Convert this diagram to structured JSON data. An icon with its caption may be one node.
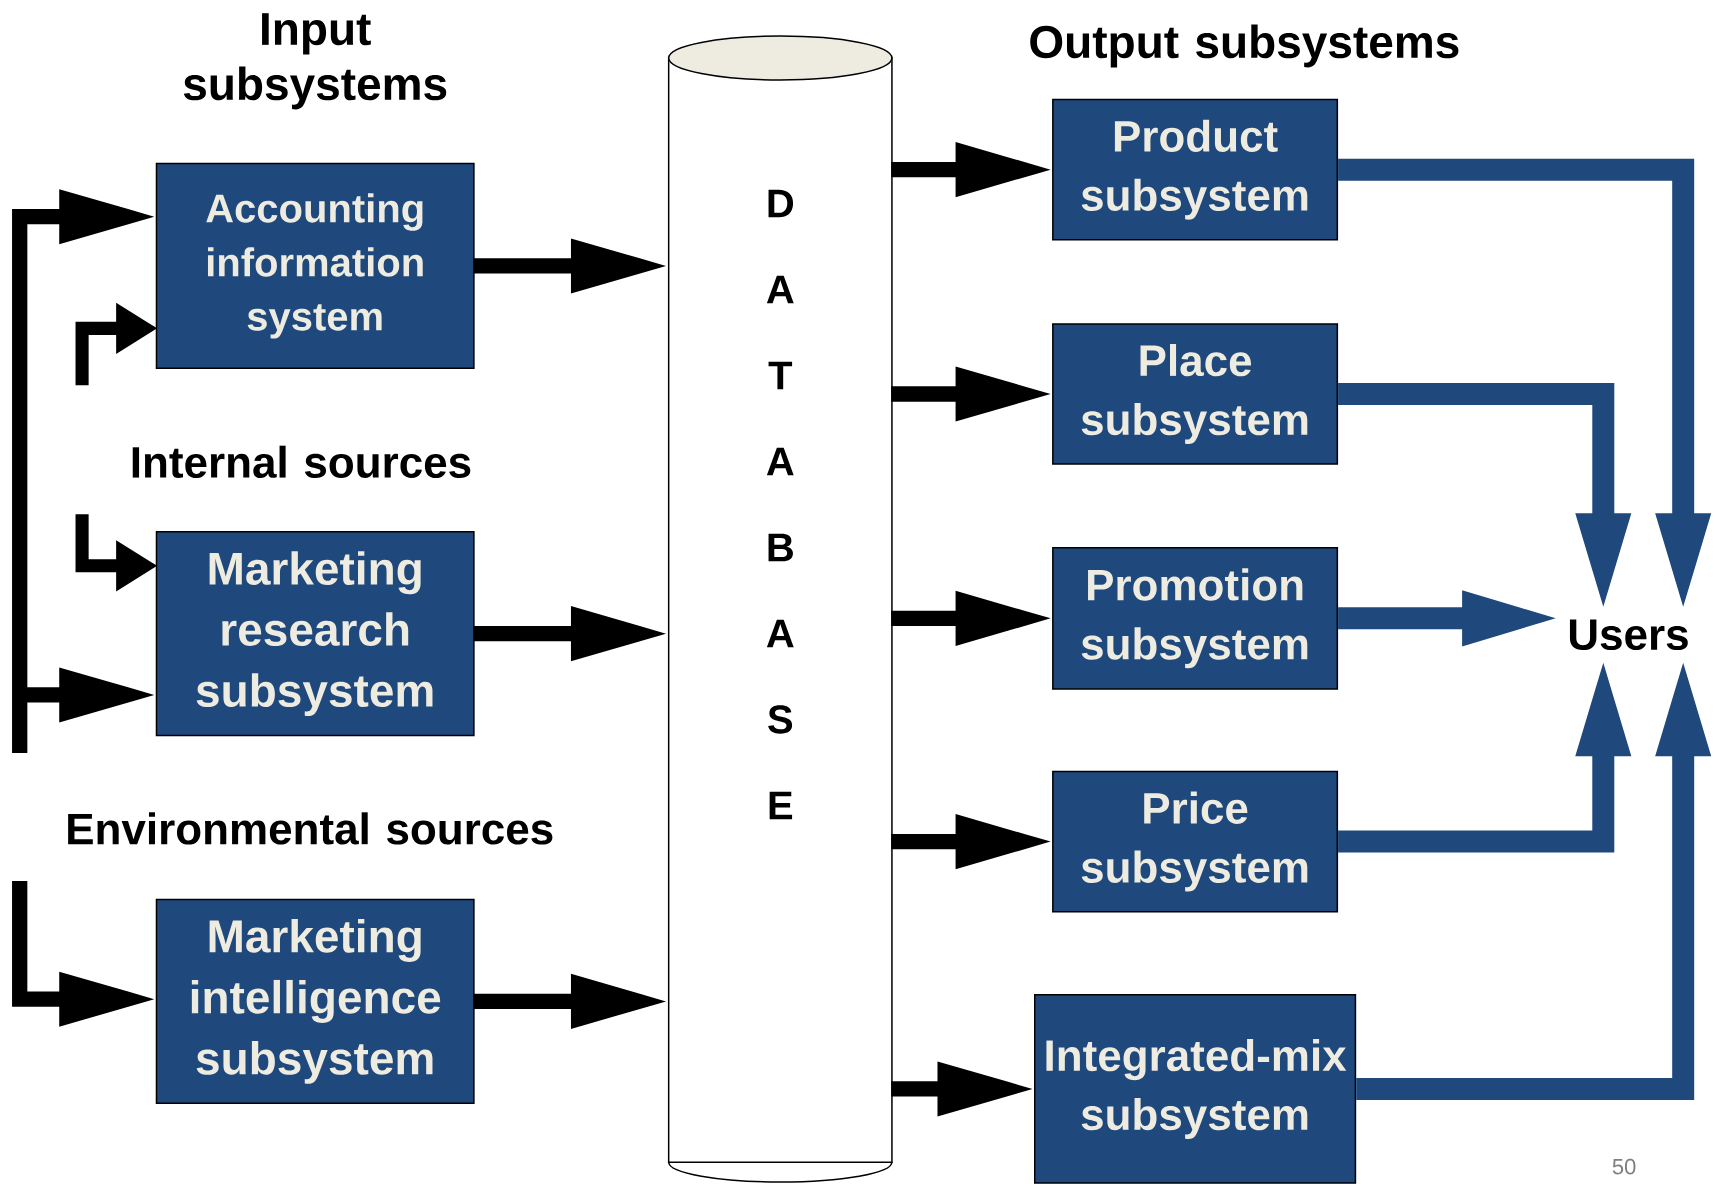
{
  "diagram": {
    "nodes": [
      {
        "text": [
          "Accounting information system"
        ]
      },
      {
        "text": [
          "Marketing research subsystem"
        ]
      },
      {
        "text": [
          "Marketing intelligence subsystem"
        ]
      },
      {
        "text": [
          "D A T A B A S E"
        ]
      },
      {
        "text": [
          "Product subsystem"
        ]
      },
      {
        "text": [
          "Place subsystem"
        ]
      },
      {
        "text": [
          "Promotion subsystem"
        ]
      },
      {
        "text": [
          "Price subsystem"
        ]
      },
      {
        "text": [
          "Integrated-mix subsystem"
        ]
      },
      {
        "text": [
          "Users"
        ]
      }
    ],
    "edges": [
      {
        "from": null,
        "to": 0,
        "arrow": "to"
      },
      {
        "from": null,
        "to": 0,
        "arrow": "to"
      },
      {
        "from": null,
        "to": 1,
        "arrow": "to"
      },
      {
        "from": null,
        "to": 1,
        "arrow": "to"
      },
      {
        "from": null,
        "to": 2,
        "arrow": "to"
      },
      {
        "from": 0,
        "to": 3,
        "arrow": "to"
      },
      {
        "from": 1,
        "to": 3,
        "arrow": "to"
      },
      {
        "from": 2,
        "to": 3,
        "arrow": "to"
      },
      {
        "from": 3,
        "to": 4,
        "arrow": "to"
      },
      {
        "from": 3,
        "to": 5,
        "arrow": "to"
      },
      {
        "from": 3,
        "to": 6,
        "arrow": "to"
      },
      {
        "from": 3,
        "to": 7,
        "arrow": "to"
      },
      {
        "from": 3,
        "to": 8,
        "arrow": "to"
      },
      {
        "from": 4,
        "to": 9,
        "arrow": "to",
        "color": "#1f497d"
      },
      {
        "from": 5,
        "to": 9,
        "arrow": "to",
        "color": "#1f497d"
      },
      {
        "from": 6,
        "to": 9,
        "arrow": "to",
        "color": "#1f497d"
      },
      {
        "from": 7,
        "to": 9,
        "arrow": "to",
        "color": "#1f497d"
      },
      {
        "from": 8,
        "to": 9,
        "arrow": "to",
        "color": "#1f497d"
      }
    ],
    "labels": [
      "Input subsystems",
      "Output subsystems",
      "Internal sources",
      "Environmental sources",
      "50"
    ]
  }
}
